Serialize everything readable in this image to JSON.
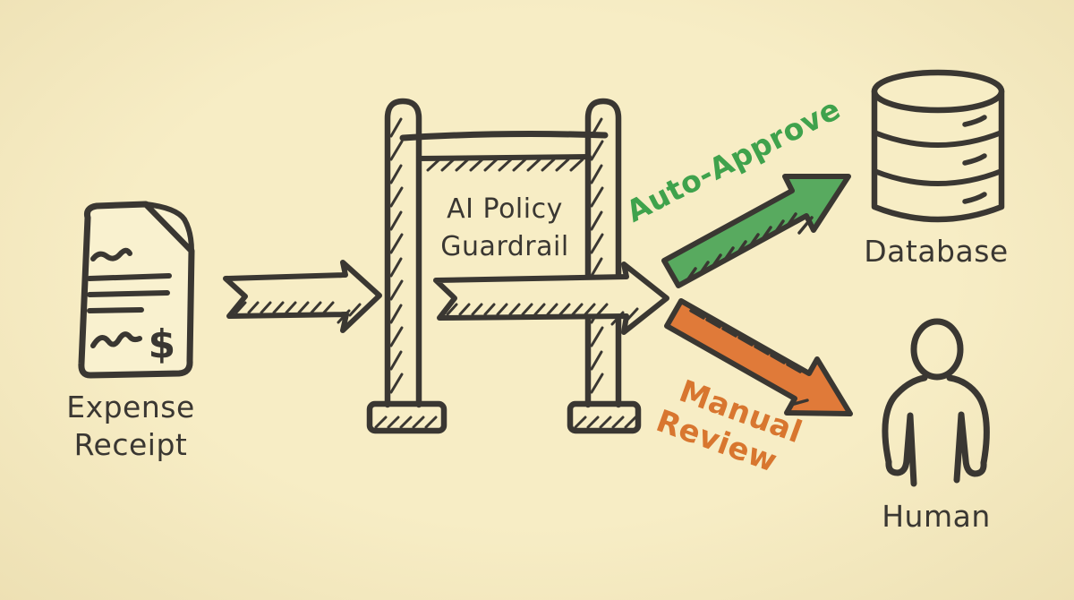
{
  "colors": {
    "background": "#f7edc5",
    "background_edge": "#eadcae",
    "ink": "#3a3732",
    "paper": "#f9f1cf",
    "green": "#58aa5f",
    "green_text": "#3fa24c",
    "orange": "#e07a39",
    "orange_text": "#d8762f"
  },
  "nodes": {
    "receipt": {
      "label_line1": "Expense",
      "label_line2": "Receipt",
      "dollar_sign": "$",
      "icon": "document-icon"
    },
    "guardrail": {
      "label_line1": "AI Policy",
      "label_line2": "Guardrail",
      "icon": "gate-icon"
    },
    "database": {
      "label": "Database",
      "icon": "database-cylinder-icon"
    },
    "human": {
      "label": "Human",
      "icon": "person-icon"
    }
  },
  "edges": {
    "ingest": {
      "from": "receipt",
      "to": "guardrail",
      "label": ""
    },
    "evaluate": {
      "from": "guardrail",
      "to": "decision",
      "label": ""
    },
    "auto_approve": {
      "from": "guardrail",
      "to": "database",
      "label": "Auto-Approve",
      "color": "#58aa5f"
    },
    "manual_review": {
      "from": "guardrail",
      "to": "human",
      "label_line1": "Manual",
      "label_line2": "Review",
      "color": "#e07a39"
    }
  }
}
